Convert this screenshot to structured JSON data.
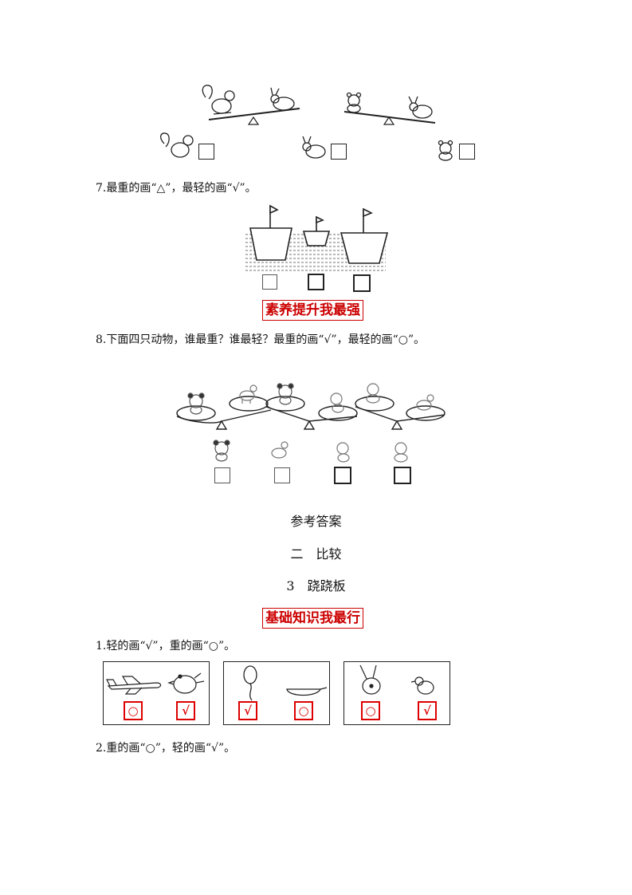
{
  "q7": {
    "text": "7.最重的画“△”，最轻的画“√”。"
  },
  "section_1": {
    "label": "素养提升我最强"
  },
  "q8": {
    "text": "8.下面四只动物，谁最重？谁最轻？最重的画“√”，最轻的画“○”。"
  },
  "answers_header": {
    "title": "参考答案",
    "unit": "二　比较",
    "lesson": "3　跷跷板"
  },
  "section_2": {
    "label": "基础知识我最行"
  },
  "a1": {
    "text": "1.轻的画“√”，重的画“○”。",
    "marks": [
      "○",
      "√",
      "√",
      "○",
      "○",
      "√"
    ]
  },
  "a2": {
    "text": "2.重的画“○”，轻的画“√”。"
  },
  "colors": {
    "accent_red": "#cc0000",
    "ink": "#111111"
  },
  "icons": [
    "squirrel-icon",
    "rabbit-icon",
    "bear-icon",
    "seesaw-icon",
    "boat-icon",
    "flag-icon",
    "panda-icon",
    "goat-icon",
    "cat-icon",
    "dog-icon",
    "airplane-icon",
    "chick-icon",
    "balloon-icon",
    "wok-icon"
  ]
}
